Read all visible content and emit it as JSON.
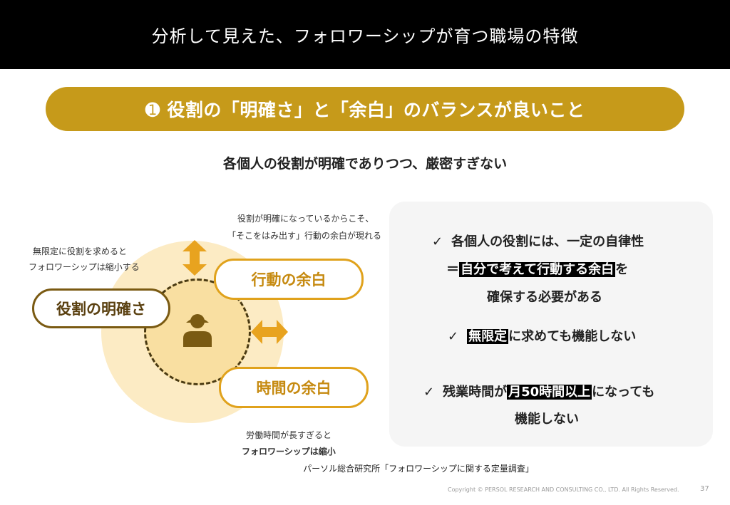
{
  "header": {
    "title": "分析して見えた、フォロワーシップが育つ職場の特徴"
  },
  "banner": {
    "text": "➊ 役割の「明確さ」と「余白」のバランスが良いこと"
  },
  "subtitle": "各個人の役割が明確でありつつ、厳密すぎない",
  "diagram": {
    "note_left_1": "無限定に役割を求めると",
    "note_left_2": "フォロワーシップは縮小する",
    "note_top_1": "役割が明確になっているからこそ、",
    "note_top_2": "「そこをはみ出す」行動の余白が現れる",
    "box_role": "役割の明確さ",
    "box_action": "行動の余白",
    "box_time": "時間の余白",
    "note_bottom_1": "労働時間が長すぎると",
    "note_bottom_2": "フォロワーシップは縮小",
    "person_icon": "person-icon",
    "colors": {
      "accent": "#c69a1a",
      "orange": "#e0a21c",
      "brown": "#7a5a12"
    }
  },
  "panel": {
    "check": "✓",
    "p1_line1": "各個人の役割には、一定の自律性",
    "p1_line2_prefix": "＝",
    "p1_line2_hl": "自分で考えて行動する余白",
    "p1_line2_suffix": "を",
    "p1_line3": "確保する必要がある",
    "p2_hl": "無限定",
    "p2_suffix": "に求めても機能しない",
    "p3_prefix": "残業時間が",
    "p3_hl": "月50時間以上",
    "p3_suffix": "になっても",
    "p3_line2": "機能しない"
  },
  "source": "パーソル総合研究所「フォロワーシップに関する定量調査」",
  "footer": {
    "copyright": "Copyright © PERSOL RESEARCH AND CONSULTING CO., LTD. All Rights Reserved.",
    "page": "37"
  }
}
